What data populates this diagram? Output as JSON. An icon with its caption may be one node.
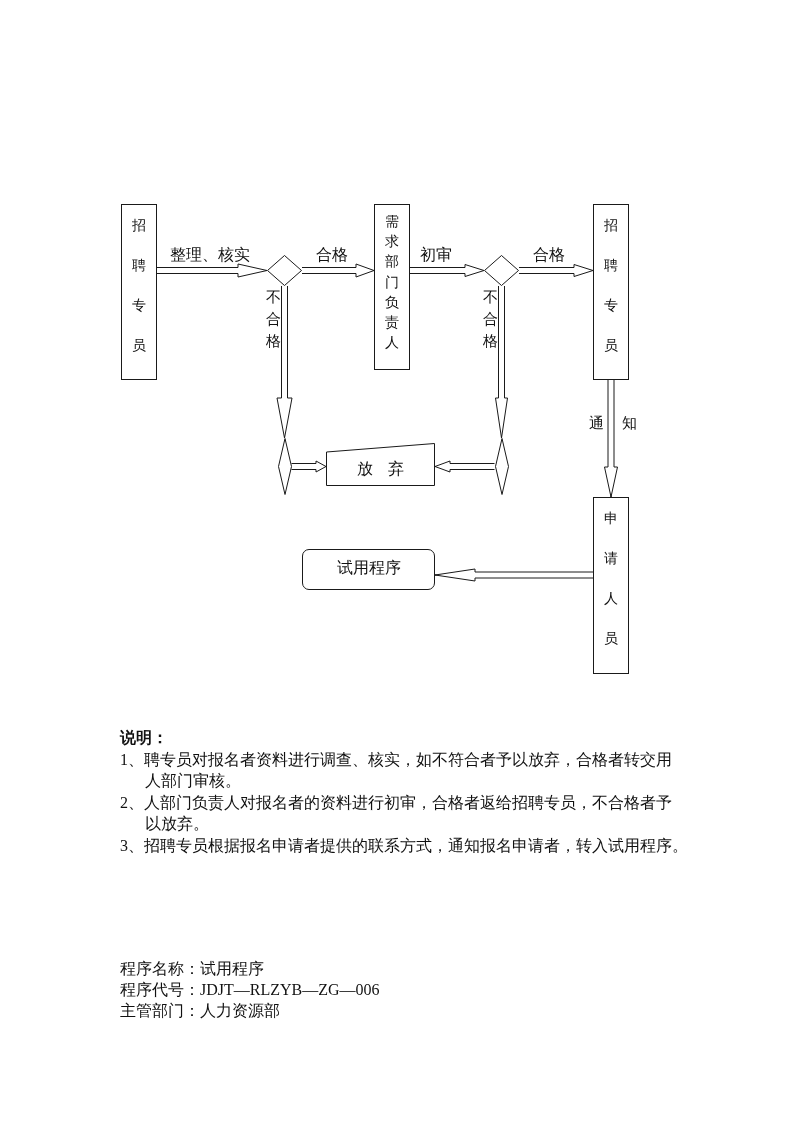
{
  "diagram": {
    "nodes": [
      {
        "text": [
          "招聘专员"
        ]
      },
      {
        "text": [],
        "shape": "diamond"
      },
      {
        "text": [
          "需求部门负责人"
        ]
      },
      {
        "text": [],
        "shape": "diamond"
      },
      {
        "text": [
          "招聘专员"
        ]
      },
      {
        "text": [],
        "shape": "diamond"
      },
      {
        "text": [
          "放 弃"
        ]
      },
      {
        "text": [],
        "shape": "diamond"
      },
      {
        "text": [
          "申请人员"
        ]
      },
      {
        "text": [
          "试用程序"
        ]
      }
    ],
    "edges": [
      {
        "from": 0,
        "to": 1,
        "arrow": "to",
        "label": "整理、核实"
      },
      {
        "from": 1,
        "to": 2,
        "arrow": "to",
        "label": "合格"
      },
      {
        "from": 2,
        "to": 3,
        "arrow": "to",
        "label": "初审"
      },
      {
        "from": 3,
        "to": 4,
        "arrow": "to",
        "label": "合格"
      },
      {
        "from": 1,
        "to": 5,
        "arrow": "to",
        "label": "不合格"
      },
      {
        "from": 3,
        "to": 7,
        "arrow": "to",
        "label": "不合格"
      },
      {
        "from": 5,
        "to": 6,
        "arrow": "to"
      },
      {
        "from": 7,
        "to": 6,
        "arrow": "to"
      },
      {
        "from": 4,
        "to": 8,
        "arrow": "to",
        "label": "通 知"
      },
      {
        "from": 8,
        "to": 9,
        "arrow": "to"
      }
    ],
    "labels": [
      "说明：",
      "1、聘专员对报名者资料进行调查、核实，如不符合者予以放弃，合格者转交用人部门审核。",
      "2、人部门负责人对报名者的资料进行初审，合格者返给招聘专员，不合格者予以放弃。",
      "3、招聘专员根据报名申请者提供的联系方式，通知报名申请者，转入试用程序。",
      "程序名称：试用程序",
      "程序代号：JDJT—RLZYB—ZG—006",
      "主管部门：人力资源部"
    ]
  }
}
